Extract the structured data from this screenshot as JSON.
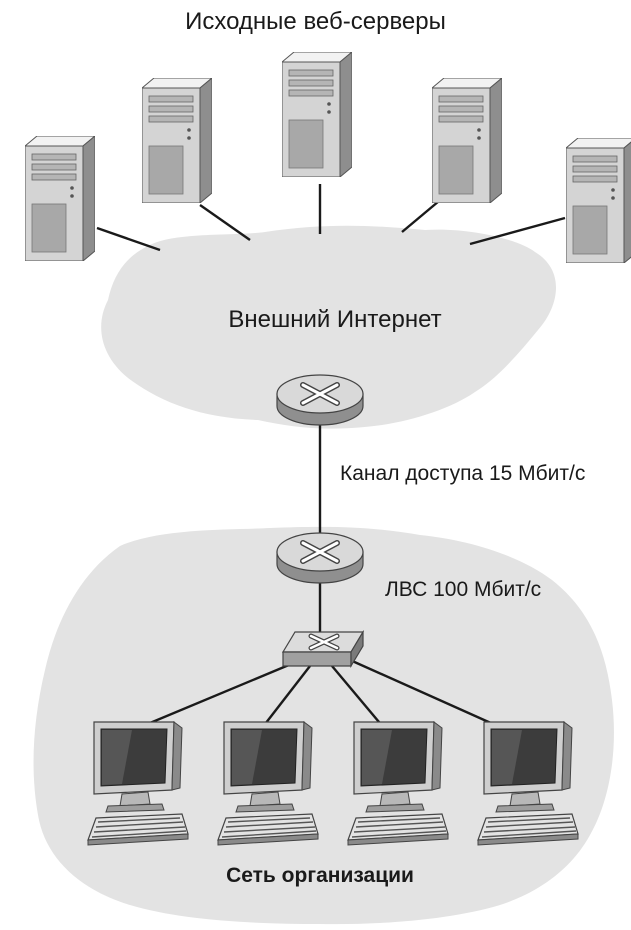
{
  "labels": {
    "origin_servers": "Исходные веб-серверы",
    "external_internet": "Внешний Интернет",
    "access_link": "Канал доступа 15 Мбит/с",
    "lan": "ЛВС 100 Мбит/с",
    "organization_network": "Сеть организации"
  },
  "colors": {
    "cloud_fill": "#e3e3e3",
    "device_fill": "#d6d6d6",
    "device_dark": "#8a8a8a",
    "screen": "#3c3c3c",
    "line": "#1a1a1a"
  },
  "servers": [
    {
      "name": "server-1",
      "icon": "server-tower-icon"
    },
    {
      "name": "server-2",
      "icon": "server-tower-icon"
    },
    {
      "name": "server-3",
      "icon": "server-tower-icon"
    },
    {
      "name": "server-4",
      "icon": "server-tower-icon"
    },
    {
      "name": "server-5",
      "icon": "server-tower-icon"
    }
  ],
  "routers": [
    {
      "name": "internet-router",
      "icon": "router-icon"
    },
    {
      "name": "organization-router",
      "icon": "router-icon"
    }
  ],
  "switch": {
    "name": "lan-switch",
    "icon": "switch-icon"
  },
  "hosts": [
    {
      "name": "host-1",
      "icon": "desktop-computer-icon"
    },
    {
      "name": "host-2",
      "icon": "desktop-computer-icon"
    },
    {
      "name": "host-3",
      "icon": "desktop-computer-icon"
    },
    {
      "name": "host-4",
      "icon": "desktop-computer-icon"
    }
  ]
}
